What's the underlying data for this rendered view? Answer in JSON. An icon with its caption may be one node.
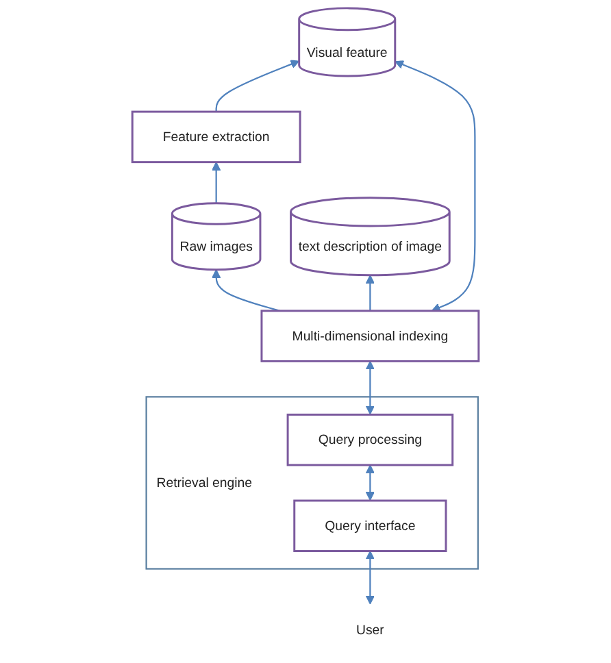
{
  "diagram": {
    "nodes": [
      {
        "text": [
          "Feature extraction"
        ]
      },
      {
        "text": [
          "Raw images"
        ]
      },
      {
        "text": [
          "Visual feature"
        ]
      },
      {
        "text": [
          "text description of image"
        ]
      },
      {
        "text": [
          "Multi-dimensional indexing"
        ]
      },
      {
        "text": [
          "Retrieval engine"
        ]
      },
      {
        "text": [
          "Query processing"
        ],
        "in": 5
      },
      {
        "text": [
          "Query interface"
        ],
        "in": 5
      },
      {
        "text": [
          "User"
        ]
      }
    ],
    "edges": [
      {
        "from": 1,
        "to": 0,
        "arrow": "to"
      },
      {
        "from": 0,
        "to": 2,
        "arrow": "to"
      },
      {
        "from": 4,
        "to": 1,
        "arrow": "to"
      },
      {
        "from": 4,
        "to": 2,
        "arrow": "both"
      },
      {
        "from": 4,
        "to": 3,
        "arrow": "to"
      },
      {
        "from": 4,
        "to": 6,
        "arrow": "both"
      },
      {
        "from": 6,
        "to": 7,
        "arrow": "both"
      },
      {
        "from": 8,
        "to": 7,
        "arrow": "both"
      }
    ]
  }
}
